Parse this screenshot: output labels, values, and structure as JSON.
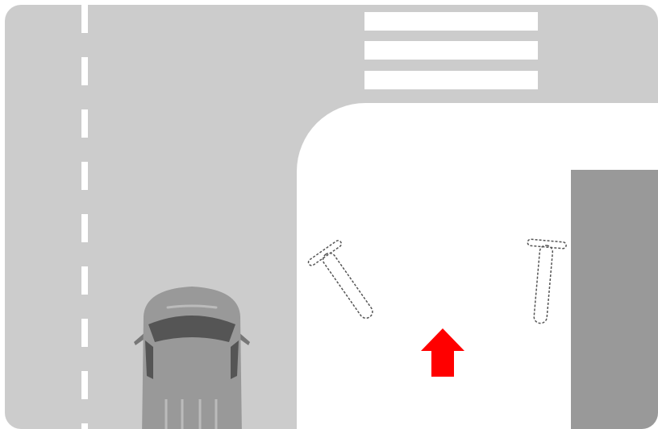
{
  "scene": {
    "description_icon_names": [
      "road-surface",
      "lane-divider-dashed",
      "crosswalk",
      "sidewalk-corner",
      "building-wall",
      "car-top-view",
      "pedestrian-ghost-icon",
      "direction-arrow-icon"
    ],
    "colors": {
      "road": "#cccccc",
      "sidewalk": "#ffffff",
      "markings": "#ffffff",
      "building": "#999999",
      "car_body": "#999999",
      "car_window": "#555555",
      "ghost_outline": "#555555",
      "arrow": "#ff0000"
    },
    "arrow_direction": "up",
    "lane_divider": "dashed",
    "crosswalk_stripes": 3,
    "ghost_figures": 2
  }
}
